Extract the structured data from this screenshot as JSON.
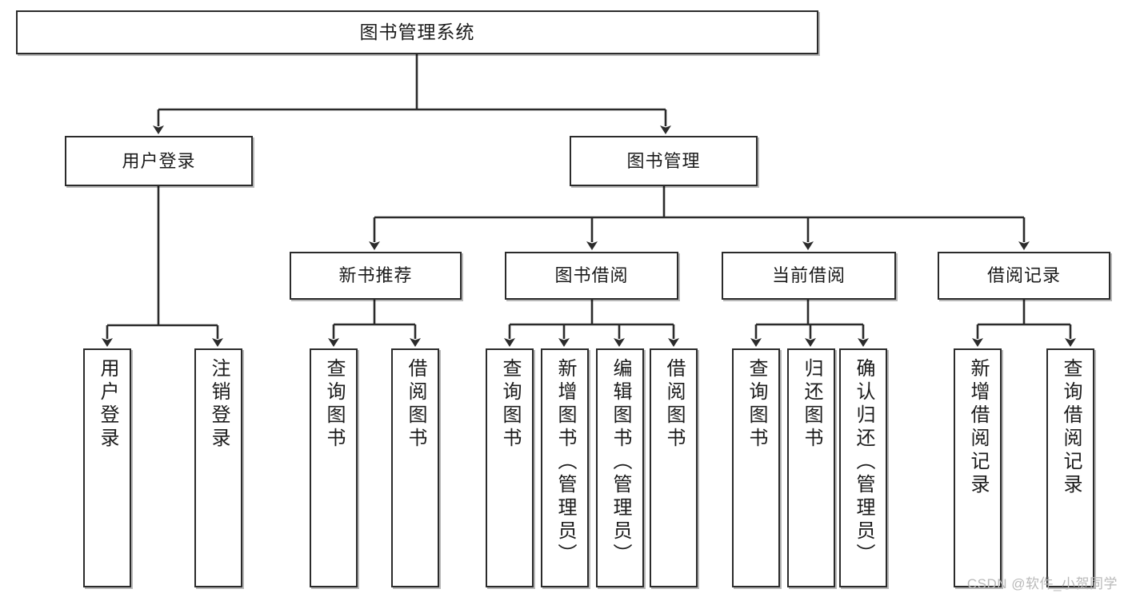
{
  "diagram": {
    "title": "图书管理系统",
    "type": "tree-hierarchy",
    "watermark": "CSDN @软件_小贺同学",
    "colors": {
      "stroke": "#2b2b2b",
      "text": "#1b1b1b",
      "background": "#ffffff",
      "watermark": "#b9b9b9"
    }
  },
  "nodes": {
    "root": {
      "label": "图书管理系统",
      "level": 1
    },
    "level2": [
      {
        "label": "用户登录",
        "level": 2
      },
      {
        "label": "图书管理",
        "level": 2
      }
    ],
    "level3": [
      {
        "label": "新书推荐",
        "level": 3
      },
      {
        "label": "图书借阅",
        "level": 3
      },
      {
        "label": "当前借阅",
        "level": 3
      },
      {
        "label": "借阅记录",
        "level": 3
      }
    ],
    "leaves": {
      "user_login": [
        {
          "label": "用户登录"
        },
        {
          "label": "注销登录"
        }
      ],
      "new_book_recommend": [
        {
          "label": "查询图书"
        },
        {
          "label": "借阅图书"
        }
      ],
      "book_borrow": [
        {
          "label": "查询图书"
        },
        {
          "label": "新增图书（管理员）"
        },
        {
          "label": "编辑图书（管理员）"
        },
        {
          "label": "借阅图书"
        }
      ],
      "current_borrow": [
        {
          "label": "查询图书"
        },
        {
          "label": "归还图书"
        },
        {
          "label": "确认归还（管理员）"
        }
      ],
      "borrow_records": [
        {
          "label": "新增借阅记录"
        },
        {
          "label": "查询借阅记录"
        }
      ]
    }
  },
  "chart_data": {
    "type": "table",
    "title": "图书管理系统 功能结构图",
    "tree": {
      "name": "图书管理系统",
      "children": [
        {
          "name": "用户登录",
          "children": [
            {
              "name": "用户登录"
            },
            {
              "name": "注销登录"
            }
          ]
        },
        {
          "name": "图书管理",
          "children": [
            {
              "name": "新书推荐",
              "children": [
                {
                  "name": "查询图书"
                },
                {
                  "name": "借阅图书"
                }
              ]
            },
            {
              "name": "图书借阅",
              "children": [
                {
                  "name": "查询图书"
                },
                {
                  "name": "新增图书（管理员）"
                },
                {
                  "name": "编辑图书（管理员）"
                },
                {
                  "name": "借阅图书"
                }
              ]
            },
            {
              "name": "当前借阅",
              "children": [
                {
                  "name": "查询图书"
                },
                {
                  "name": "归还图书"
                },
                {
                  "name": "确认归还（管理员）"
                }
              ]
            },
            {
              "name": "借阅记录",
              "children": [
                {
                  "name": "新增借阅记录"
                },
                {
                  "name": "查询借阅记录"
                }
              ]
            }
          ]
        }
      ]
    }
  }
}
